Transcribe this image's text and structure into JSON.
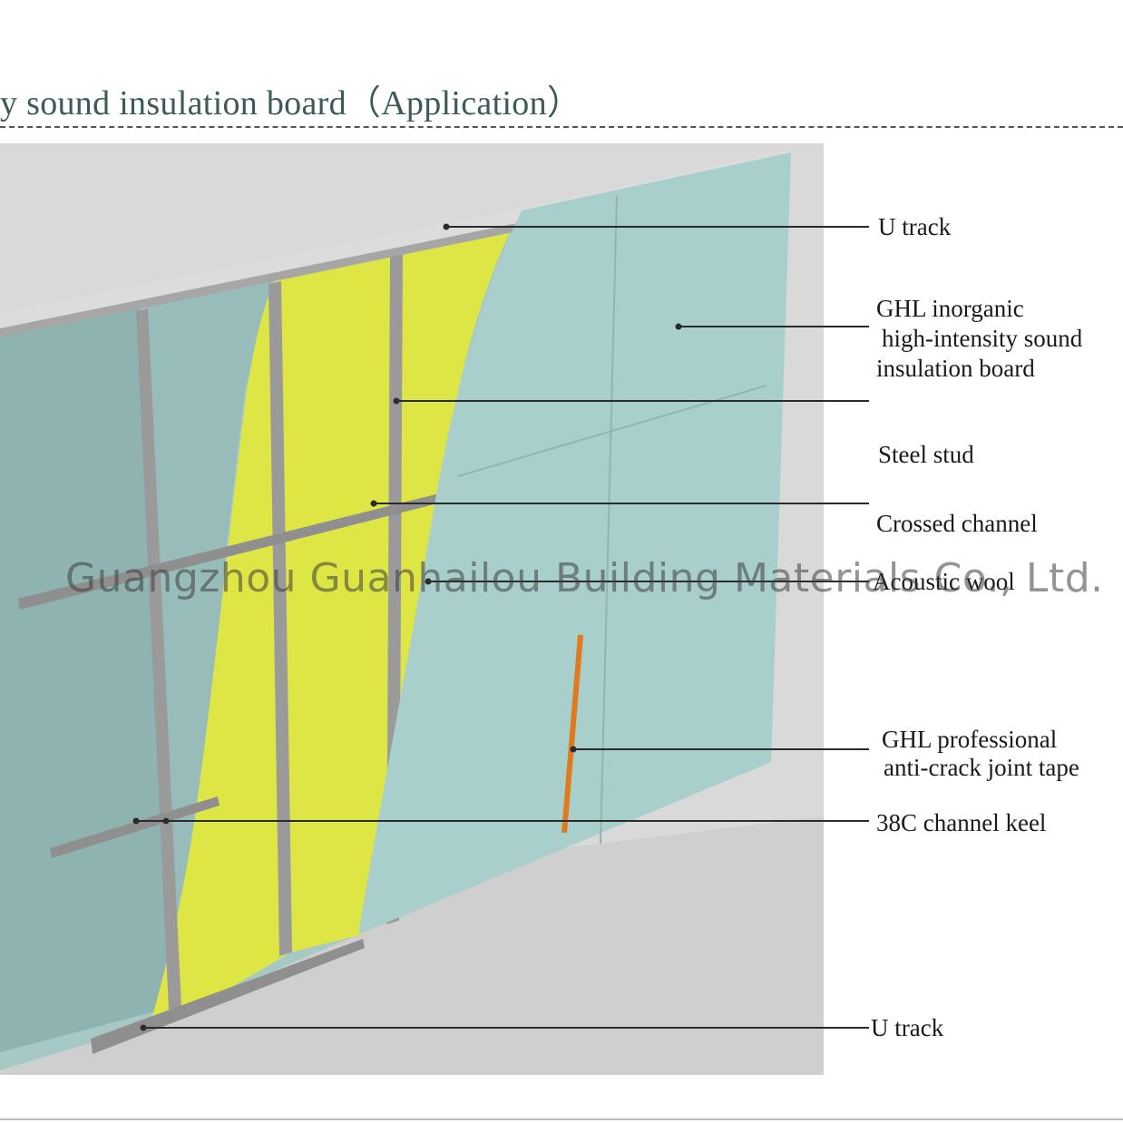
{
  "header": {
    "title": "y sound insulation board（Application）"
  },
  "labels": {
    "u_track_top": "U track",
    "board_line1": "GHL inorganic",
    "board_line2": "high-intensity sound",
    "board_line3": "insulation board",
    "steel_stud": "Steel stud",
    "crossed_channel": "Crossed  channel",
    "acoustic_wool": "Acoustic wool",
    "tape_line1": "GHL professional",
    "tape_line2": "anti-crack joint tape",
    "keel": "38C channel keel",
    "u_track_bottom": "U track"
  },
  "watermark": "Guangzhou Guanhailou Building Materials Co., Ltd.",
  "colors": {
    "board": "#a9cfcc",
    "wool": "#dfe645",
    "steel": "#9a9a9a",
    "backdrop": "#d9d9d9",
    "tape": "#e07a1c"
  }
}
